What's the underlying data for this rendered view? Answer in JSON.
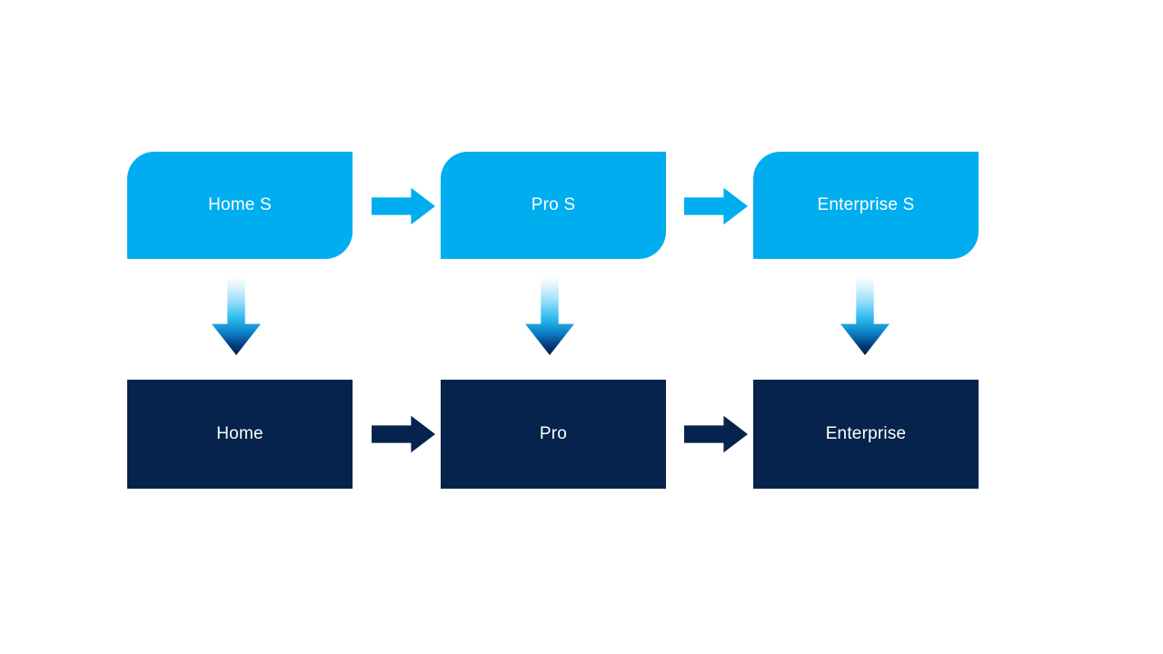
{
  "diagram": {
    "type": "two-row-progression-flow",
    "background_color": "#ffffff",
    "palette": {
      "tier_top_fill": "#00ADEF",
      "tier_bottom_fill": "#05234C",
      "label_color": "#ffffff",
      "down_arrow_gradient_start": "#ffffff",
      "down_arrow_gradient_mid": "#2EBDF0",
      "down_arrow_gradient_end": "#031F4D"
    },
    "rows": [
      {
        "row_name": "top-tier-row",
        "style": "rounded-diagonal-corner",
        "fill": "#00ADEF",
        "nodes": [
          {
            "id": "home-s",
            "label": "Home S"
          },
          {
            "id": "pro-s",
            "label": "Pro S"
          },
          {
            "id": "enterprise-s",
            "label": "Enterprise S"
          }
        ],
        "connectors": [
          {
            "id": "top-arrow-1",
            "icon": "arrow-right-icon",
            "from": "home-s",
            "to": "pro-s",
            "color": "#00ADEF"
          },
          {
            "id": "top-arrow-2",
            "icon": "arrow-right-icon",
            "from": "pro-s",
            "to": "enterprise-s",
            "color": "#00ADEF"
          }
        ]
      },
      {
        "row_name": "bottom-tier-row",
        "style": "square-corner",
        "fill": "#05234C",
        "nodes": [
          {
            "id": "home",
            "label": "Home"
          },
          {
            "id": "pro",
            "label": "Pro"
          },
          {
            "id": "enterprise",
            "label": "Enterprise"
          }
        ],
        "connectors": [
          {
            "id": "bottom-arrow-1",
            "icon": "arrow-right-icon",
            "from": "home",
            "to": "pro",
            "color": "#05234C"
          },
          {
            "id": "bottom-arrow-2",
            "icon": "arrow-right-icon",
            "from": "pro",
            "to": "enterprise",
            "color": "#05234C"
          }
        ]
      }
    ],
    "vertical_connectors": [
      {
        "id": "down-arrow-home",
        "icon": "arrow-down-icon",
        "from": "home-s",
        "to": "home"
      },
      {
        "id": "down-arrow-pro",
        "icon": "arrow-down-icon",
        "from": "pro-s",
        "to": "pro"
      },
      {
        "id": "down-arrow-enterprise",
        "icon": "arrow-down-icon",
        "from": "enterprise-s",
        "to": "enterprise"
      }
    ]
  }
}
